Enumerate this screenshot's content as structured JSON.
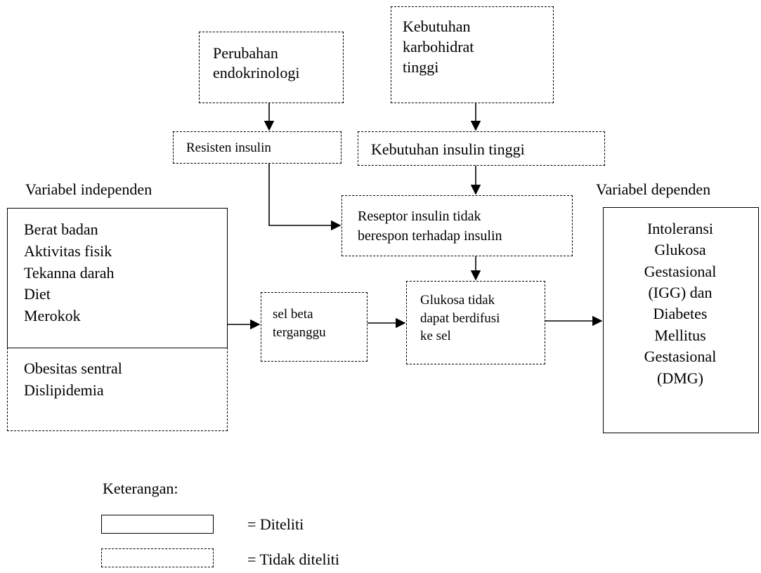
{
  "labels": {
    "independent": "Variabel independen",
    "dependent": "Variabel dependen"
  },
  "nodes": {
    "perubahan": "Perubahan\nendokrinologi",
    "karbohidrat": "Kebutuhan\nkarbohidrat\ntinggi",
    "resisten": "Resisten insulin",
    "kebutuhan_insulin": "Kebutuhan insulin tinggi",
    "reseptor": "Reseptor insulin tidak\nberespon terhadap insulin",
    "independent_studied": "Berat badan\nAktivitas fisik\nTekanna darah\nDiet\nMerokok",
    "independent_not_studied": "Obesitas sentral\nDislipidemia",
    "sel_beta": "sel beta\nterganggu",
    "glukosa": "Glukosa tidak\ndapat berdifusi\nke sel",
    "outcome": "Intoleransi\nGlukosa\nGestasional\n(IGG) dan\nDiabetes\nMellitus\nGestasional\n(DMG)"
  },
  "legend": {
    "title": "Keterangan:",
    "solid_label": "= Diteliti",
    "dashed_label": "= Tidak diteliti"
  }
}
